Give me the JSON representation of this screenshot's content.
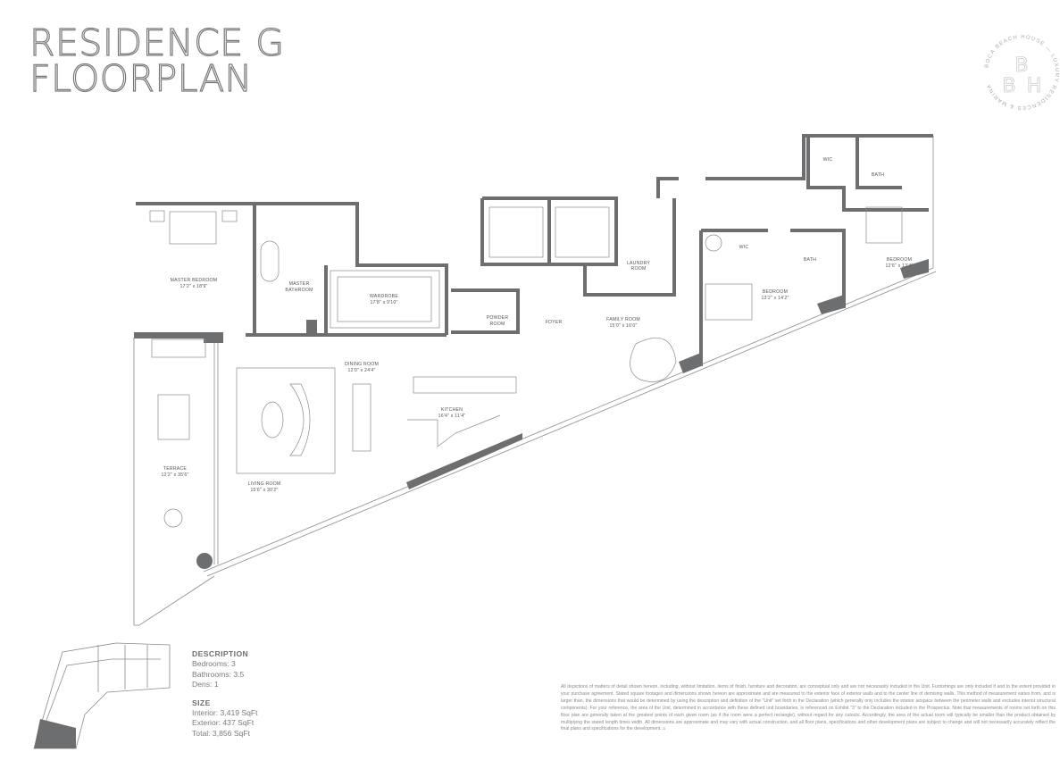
{
  "title": {
    "line1": "RESIDENCE G",
    "line2": "FLOORPLAN"
  },
  "logo": {
    "monogram_top": "B",
    "monogram_left": "B",
    "monogram_right": "H",
    "ring_text": "BOCA BEACH HOUSE — LUXURY RESIDENCES & MARINA"
  },
  "rooms": {
    "master_bedroom": {
      "name": "MASTER BEDROOM",
      "dims": "17'2\" x 18'9\""
    },
    "master_bathroom": {
      "name1": "MASTER",
      "name2": "BATHROOM"
    },
    "wardrobe": {
      "name": "WARDROBE",
      "dims": "17'8\" x 9'10\""
    },
    "powder_room": {
      "name1": "POWDER",
      "name2": "ROOM"
    },
    "foyer": {
      "name": "FOYER"
    },
    "laundry_room": {
      "name1": "LAUNDRY",
      "name2": "ROOM"
    },
    "family_room": {
      "name": "FAMILY ROOM",
      "dims": "15'0\" x 16'0\""
    },
    "wic_1": {
      "name": "WIC"
    },
    "bedroom_2": {
      "name": "BEDROOM",
      "dims": "13'2\" x 14'2\""
    },
    "bath_2": {
      "name": "BATH"
    },
    "bedroom_3": {
      "name": "BEDROOM",
      "dims": "12'6\" x 13'4\""
    },
    "wic_2": {
      "name": "WIC"
    },
    "bath_3": {
      "name": "BATH"
    },
    "dining_room": {
      "name": "DINING ROOM",
      "dims": "12'0\" x 24'4\""
    },
    "kitchen": {
      "name": "KITCHEN",
      "dims": "16'4\" x 11'4\""
    },
    "living_room": {
      "name": "LIVING ROOM",
      "dims": "15'6\" x 30'2\""
    },
    "terrace": {
      "name": "TERRACE",
      "dims": "12'2\" x 35'6\""
    }
  },
  "description": {
    "heading": "DESCRIPTION",
    "bedrooms": "Bedrooms: 3",
    "bathrooms": "Bathrooms: 3.5",
    "dens": "Dens: 1"
  },
  "size": {
    "heading": "SIZE",
    "interior": "Interior: 3,419 SqFt",
    "exterior": "Exterior: 437 SqFt",
    "total": "Total: 3,856 SqFt"
  },
  "disclaimer": "All depictions of matters of detail shown hereon, including, without limitation, items of finish, furniture and decoration, are conceptual only and are not necessarily included in the Unit. Furnishings are only included if and to the extent provided in your purchase agreement. Stated square footages and dimensions shown hereon are approximate and are measured to the exterior face of exterior walls and to the center line of demising walls. This method of measurement varies from, and is larger than, the dimensions that would be determined by using the description and definition of the \"Unit\" set forth in the Declaration (which generally only includes the interior airspace between the perimeter walls and excludes interior structural components). For your reference, the area of the Unit, determined in accordance with these defined unit boundaries, is referenced on Exhibit \"3\" to the Declaration included in the Prospectus. Note that measurements of rooms set forth on this floor plan are generally taken at the greatest points of each given room (as if the room were a perfect rectangle), without regard for any cutouts. Accordingly, the area of the actual room will typically be smaller than the product obtained by multiplying the stated length times width. All dimensions are approximate and may vary with actual construction, and all floor plans, specifications and other development plans are subject to change and will not necessarily accurately reflect the final plans and specifications for the development.",
  "disclaimer_mark": "⌂",
  "colors": {
    "wall": "#6d6e70",
    "line": "#8a8b8d",
    "text": "#6d6e70"
  }
}
